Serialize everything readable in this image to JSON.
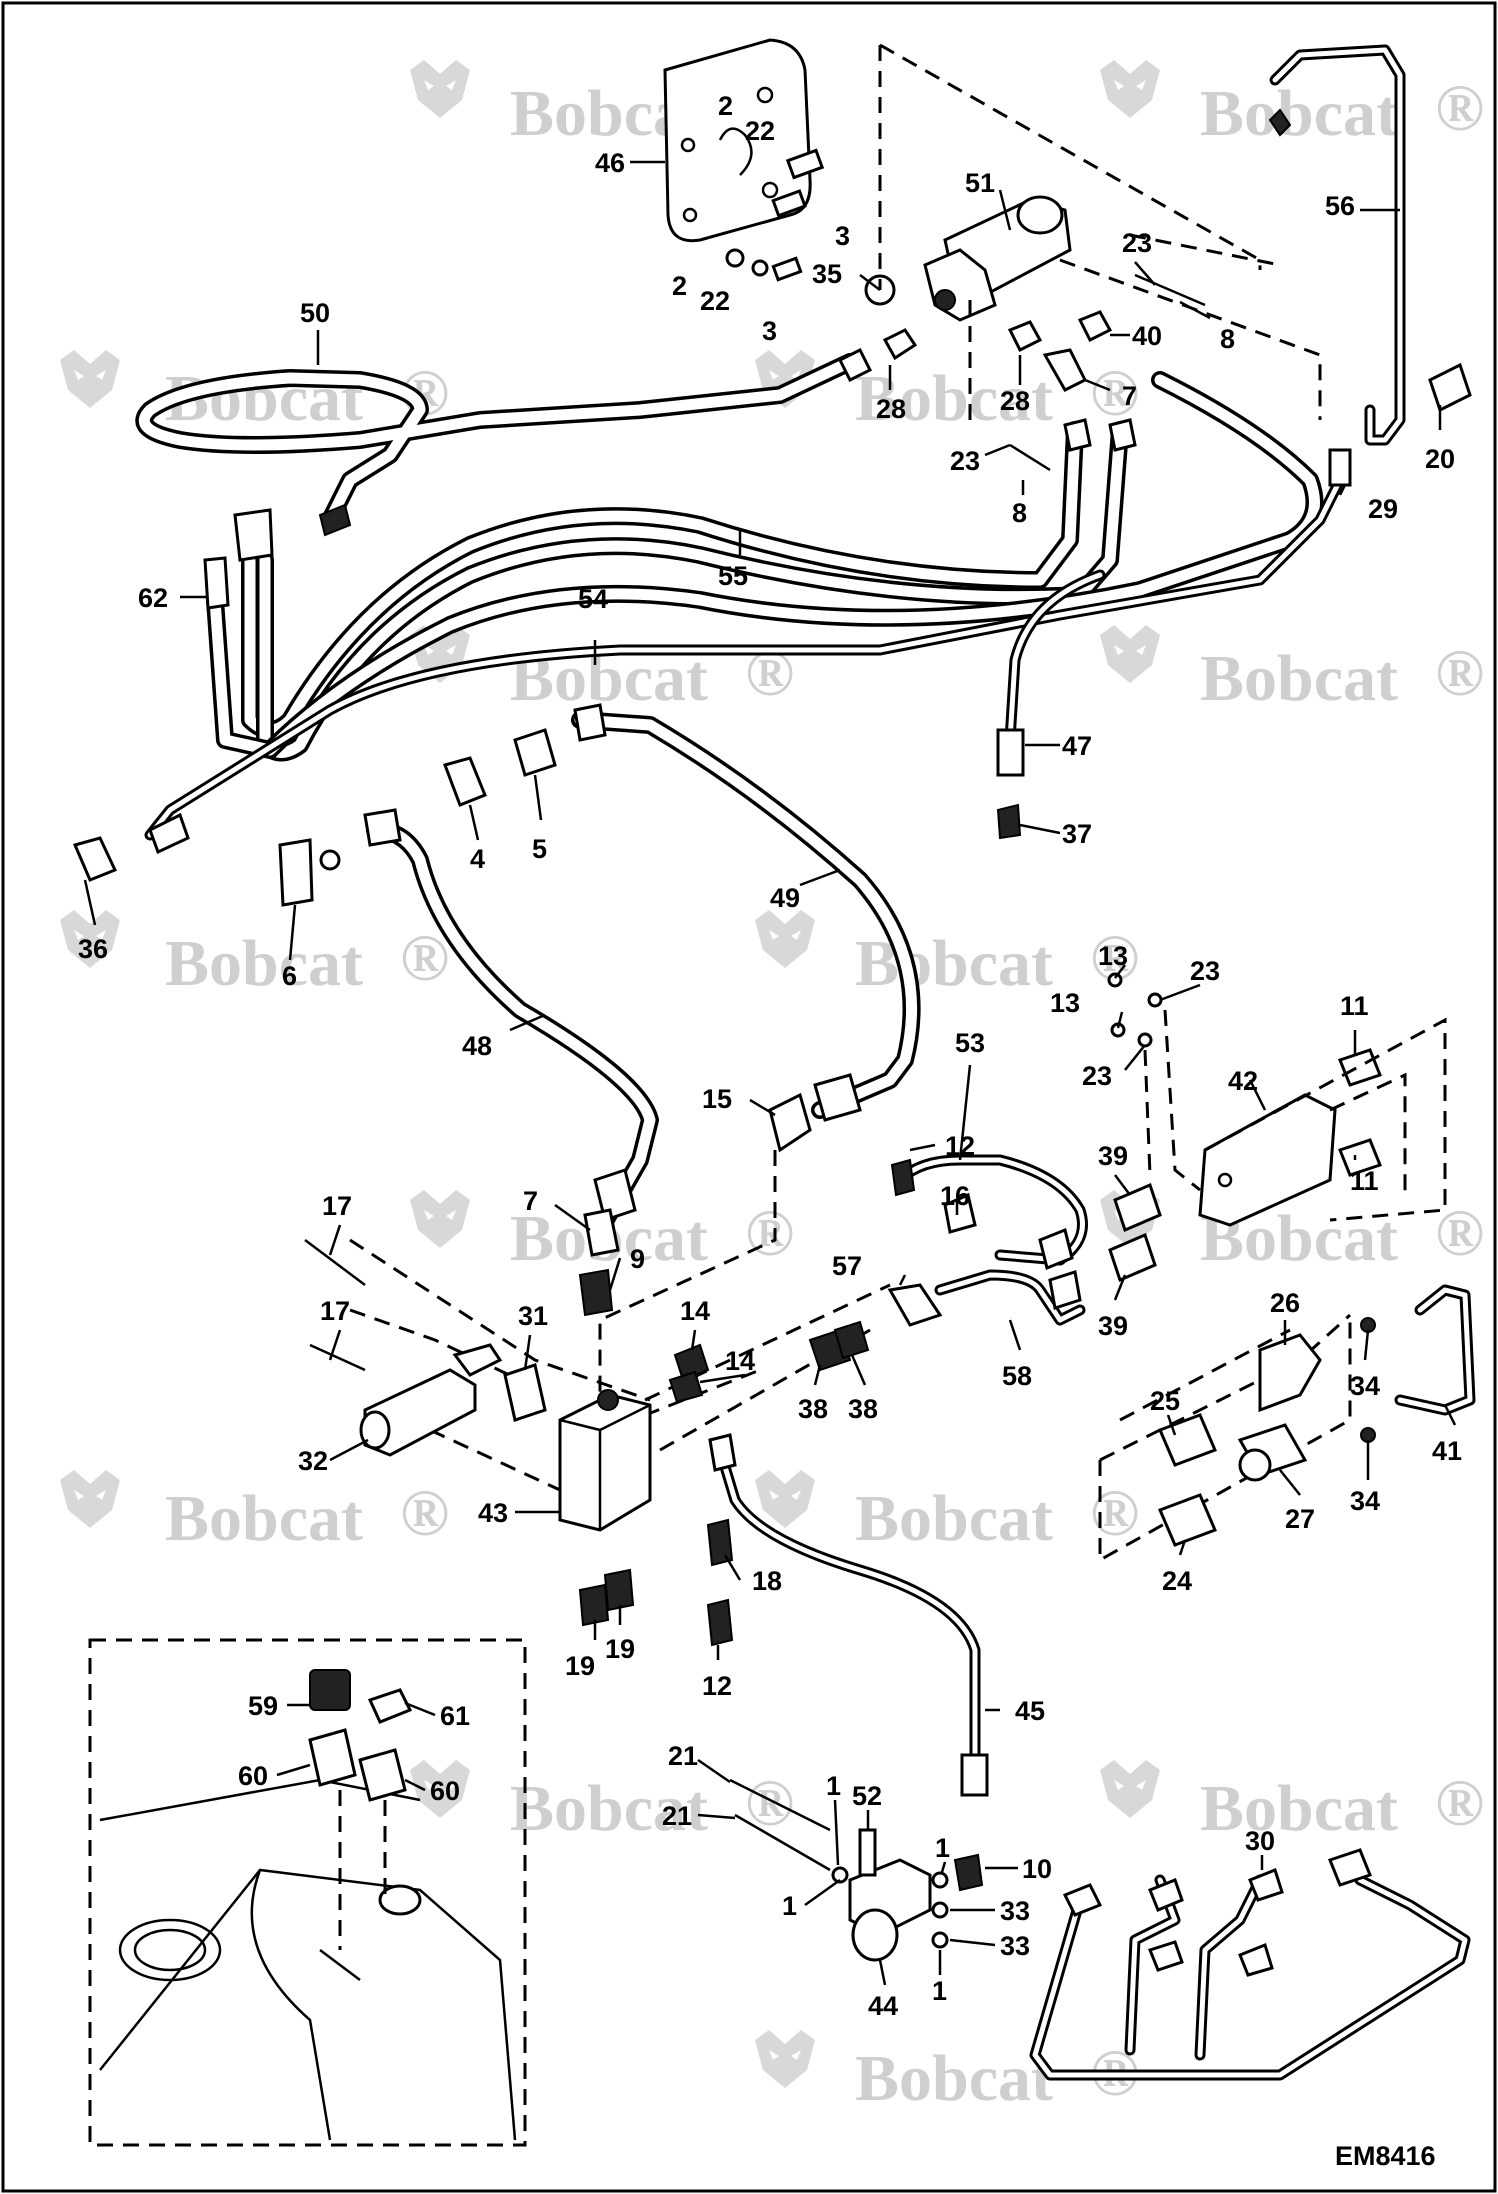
{
  "watermark": {
    "text": "Bobcat",
    "mark": "®",
    "logo": "bobcat-head-logo"
  },
  "drawing_code": "EM8416",
  "callouts": {
    "c46": "46",
    "c2a": "2",
    "c22a": "22",
    "c51": "51",
    "c3a": "3",
    "c2b": "2",
    "c22b": "22",
    "c3b": "3",
    "c35": "35",
    "c23a": "23",
    "c8a": "8",
    "c40": "40",
    "c56": "56",
    "c50": "50",
    "c28a": "28",
    "c28b": "28",
    "c7a": "7",
    "c20": "20",
    "c23b": "23",
    "c8b": "8",
    "c29": "29",
    "c62": "62",
    "c55": "55",
    "c54": "54",
    "c47": "47",
    "c37": "37",
    "c4": "4",
    "c5": "5",
    "c49": "49",
    "c36": "36",
    "c6": "6",
    "c13a": "13",
    "c23c": "23",
    "c13b": "13",
    "c11a": "11",
    "c23d": "23",
    "c42": "42",
    "c48": "48",
    "c53": "53",
    "c15": "15",
    "c12a": "12",
    "c39a": "39",
    "c11b": "11",
    "c7b": "7",
    "c9": "9",
    "c16": "16",
    "c17a": "17",
    "c57": "57",
    "c39b": "39",
    "c26": "26",
    "c17b": "17",
    "c31": "31",
    "c14a": "14",
    "c14b": "14",
    "c38a": "38",
    "c38b": "38",
    "c58": "58",
    "c34a": "34",
    "c25": "25",
    "c32": "32",
    "c43": "43",
    "c27": "27",
    "c41": "41",
    "c34b": "34",
    "c24": "24",
    "c18": "18",
    "c19a": "19",
    "c19b": "19",
    "c12b": "12",
    "c59": "59",
    "c61": "61",
    "c60a": "60",
    "c60b": "60",
    "c45": "45",
    "c21a": "21",
    "c1a": "1",
    "c52": "52",
    "c21b": "21",
    "c1b": "1",
    "c10": "10",
    "c30": "30",
    "c1c": "1",
    "c33a": "33",
    "c33b": "33",
    "c1d": "1",
    "c44": "44"
  }
}
